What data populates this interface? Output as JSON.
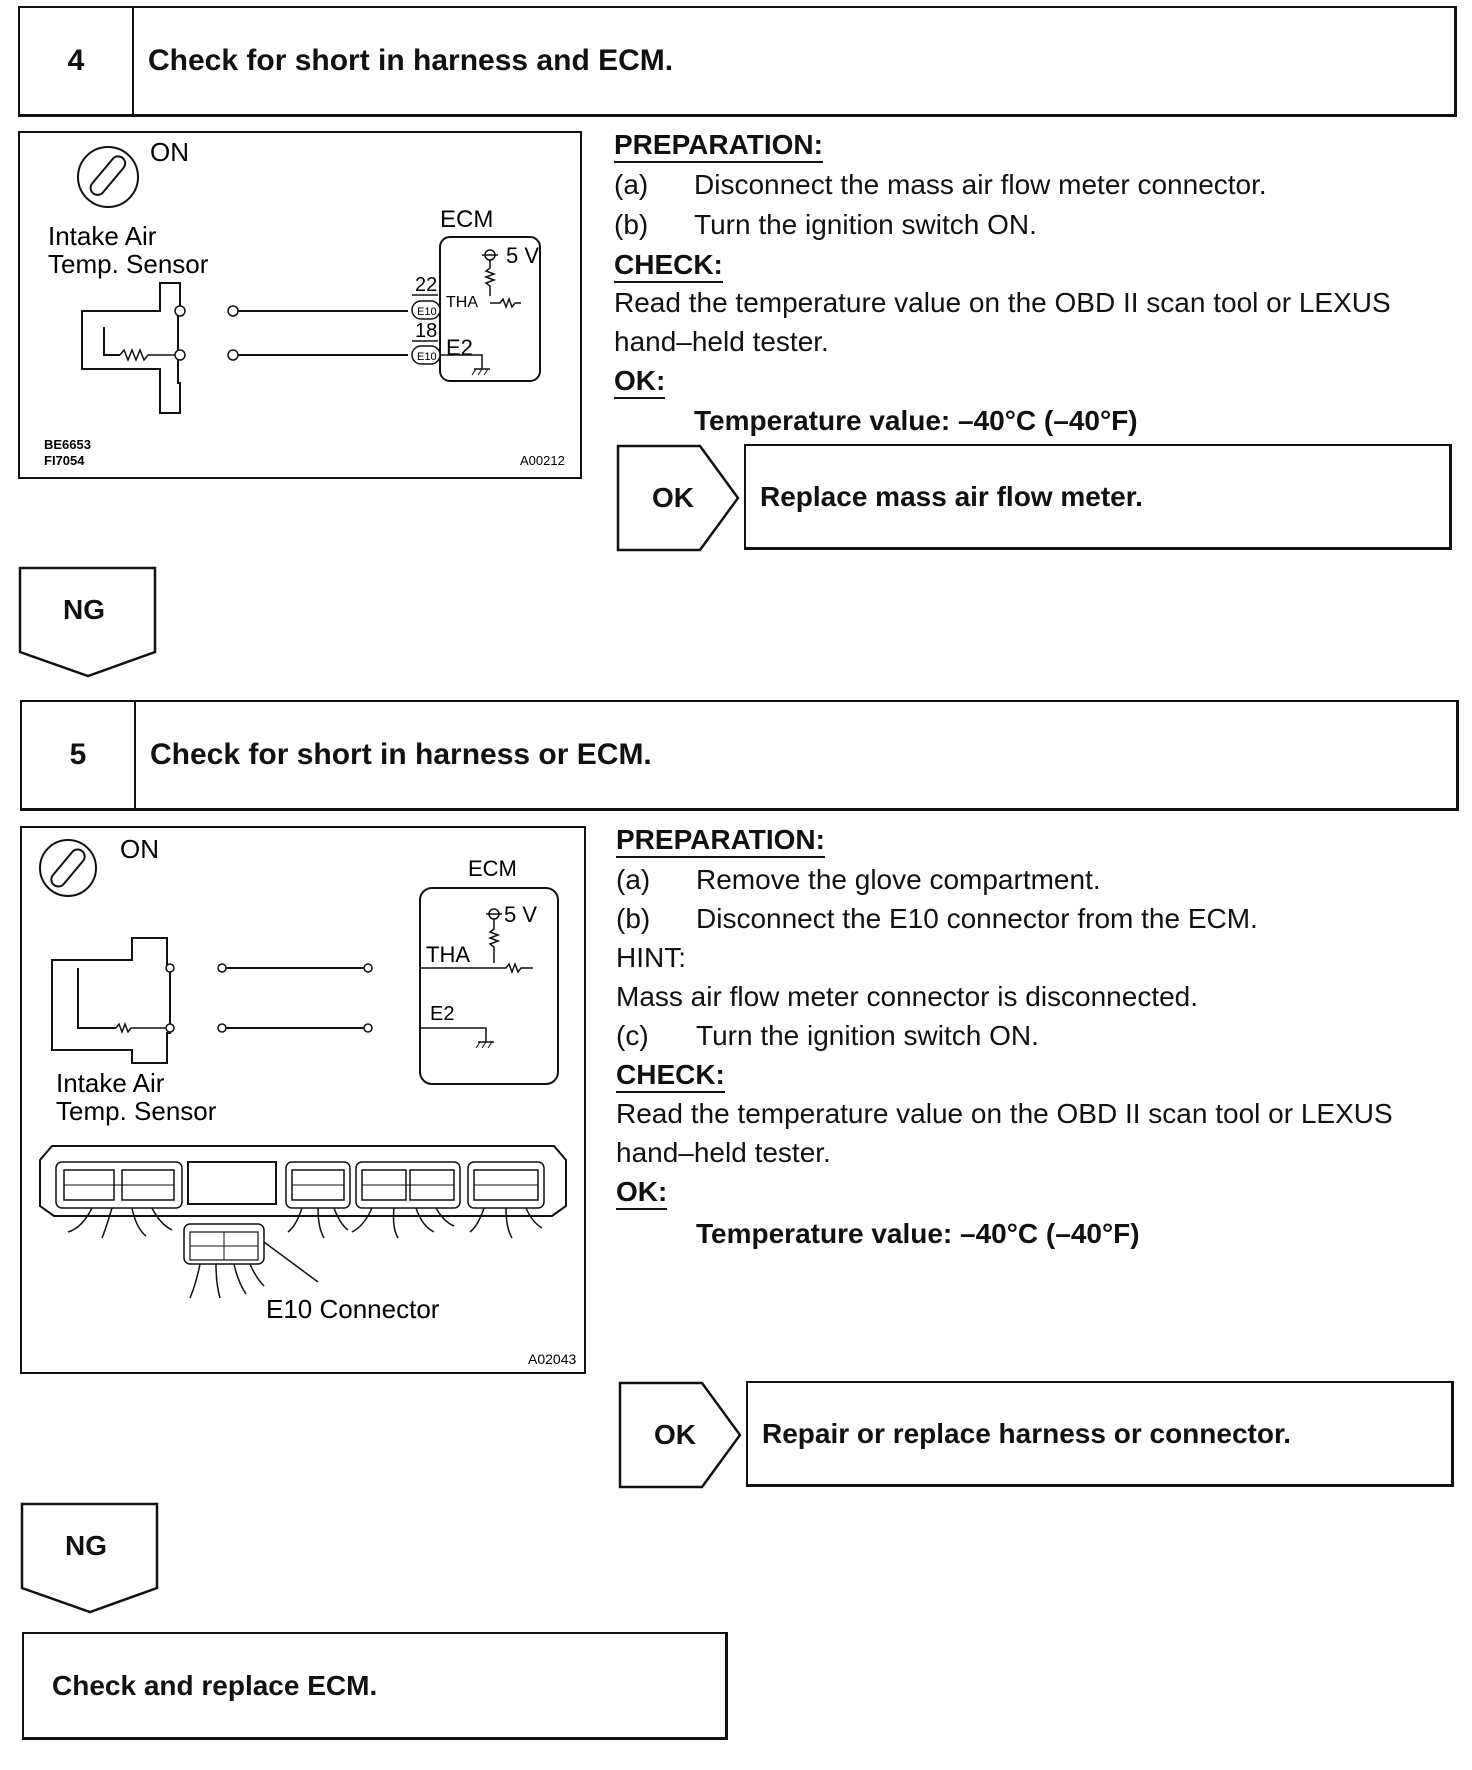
{
  "step4": {
    "number": "4",
    "title": "Check for short in harness and ECM.",
    "figure": {
      "switch_label": "ON",
      "sensor_label_1": "Intake Air",
      "sensor_label_2": "Temp. Sensor",
      "ecm_label": "ECM",
      "voltage": "5 V",
      "pin_tha_num": "22",
      "pin_tha_conn": "E10",
      "pin_tha_name": "THA",
      "pin_e2_num": "18",
      "pin_e2_conn": "E10",
      "pin_e2_name": "E2",
      "code_1": "BE6653",
      "code_2": "FI7054",
      "figure_code": "A00212"
    },
    "preparation_heading": "PREPARATION:",
    "prep": [
      {
        "label": "(a)",
        "text": "Disconnect the mass air flow meter connector."
      },
      {
        "label": "(b)",
        "text": "Turn the ignition switch ON."
      }
    ],
    "check_heading": "CHECK:",
    "check_line_1": "Read the temperature value on the OBD II scan tool or LEXUS",
    "check_line_2": "hand–held tester.",
    "ok_heading": "OK:",
    "ok_value": "Temperature value: –40°C (–40°F)",
    "ok_label": "OK",
    "ok_result": "Replace mass air flow meter.",
    "ng_label": "NG"
  },
  "step5": {
    "number": "5",
    "title": "Check for short in harness or ECM.",
    "figure": {
      "switch_label": "ON",
      "ecm_label": "ECM",
      "voltage": "5 V",
      "pin_tha_name": "THA",
      "pin_e2_name": "E2",
      "sensor_label_1": "Intake Air",
      "sensor_label_2": "Temp. Sensor",
      "connector_label": "E10 Connector",
      "figure_code": "A02043"
    },
    "preparation_heading": "PREPARATION:",
    "prep": [
      {
        "label": "(a)",
        "text": "Remove the glove compartment."
      },
      {
        "label": "(b)",
        "text": "Disconnect the E10 connector from the ECM."
      }
    ],
    "hint_heading": "HINT:",
    "hint_text": "Mass air flow meter connector is disconnected.",
    "prep_c": {
      "label": "(c)",
      "text": "Turn the ignition switch ON."
    },
    "check_heading": "CHECK:",
    "check_line_1": "Read the temperature value on the OBD II scan tool or LEXUS",
    "check_line_2": "hand–held tester.",
    "ok_heading": "OK:",
    "ok_value": "Temperature value: –40°C (–40°F)",
    "ok_label": "OK",
    "ok_result": "Repair or replace harness or connector.",
    "ng_label": "NG"
  },
  "final_box": "Check and replace ECM."
}
